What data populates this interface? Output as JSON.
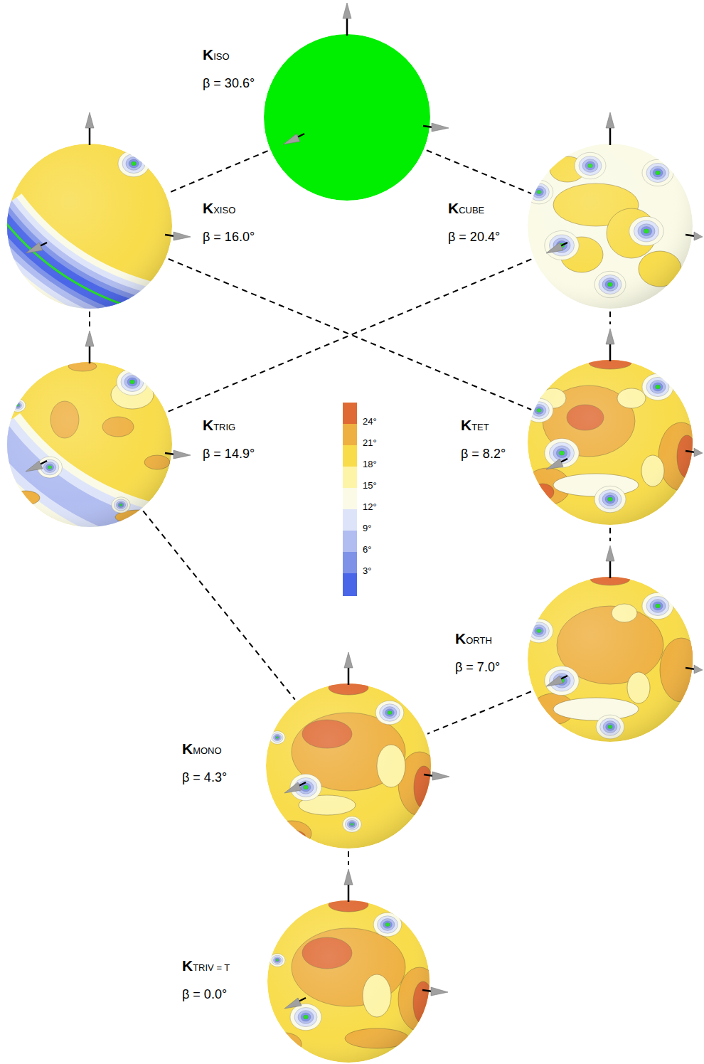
{
  "diagram": {
    "nodes": [
      {
        "text": [
          "KISO",
          "β = 30.6°"
        ]
      },
      {
        "text": [
          "KXISO",
          "β = 16.0°"
        ]
      },
      {
        "text": [
          "KCUBE",
          "β = 20.4°"
        ]
      },
      {
        "text": [
          "KTRIG",
          "β = 14.9°"
        ]
      },
      {
        "text": [
          "KTET",
          "β = 8.2°"
        ]
      },
      {
        "text": [
          "KORTH",
          "β = 7.0°"
        ]
      },
      {
        "text": [
          "KMONO",
          "β = 4.3°"
        ]
      },
      {
        "text": [
          "KTRIV = T",
          "β = 0.0°"
        ]
      }
    ],
    "edges": [
      {
        "from": 0,
        "to": 1,
        "arrow": "none"
      },
      {
        "from": 0,
        "to": 2,
        "arrow": "none"
      },
      {
        "from": 1,
        "to": 3,
        "arrow": "none"
      },
      {
        "from": 1,
        "to": 4,
        "arrow": "none"
      },
      {
        "from": 2,
        "to": 3,
        "arrow": "none"
      },
      {
        "from": 2,
        "to": 4,
        "arrow": "none"
      },
      {
        "from": 3,
        "to": 6,
        "arrow": "none"
      },
      {
        "from": 4,
        "to": 5,
        "arrow": "none"
      },
      {
        "from": 5,
        "to": 6,
        "arrow": "none"
      },
      {
        "from": 6,
        "to": 7,
        "arrow": "none"
      }
    ],
    "legend": [
      {
        "text": "24°",
        "color": "#df6a33"
      },
      {
        "text": "21°",
        "color": "#eeb040"
      },
      {
        "text": "18°",
        "color": "#f8dc4a"
      },
      {
        "text": "15°",
        "color": "#fdf4a8"
      },
      {
        "text": "12°",
        "color": "#fafae6"
      },
      {
        "text": "9°",
        "color": "#dde4fa"
      },
      {
        "text": "6°",
        "color": "#b1bdf1"
      },
      {
        "text": "3°",
        "color": "#7e92e7"
      }
    ]
  }
}
